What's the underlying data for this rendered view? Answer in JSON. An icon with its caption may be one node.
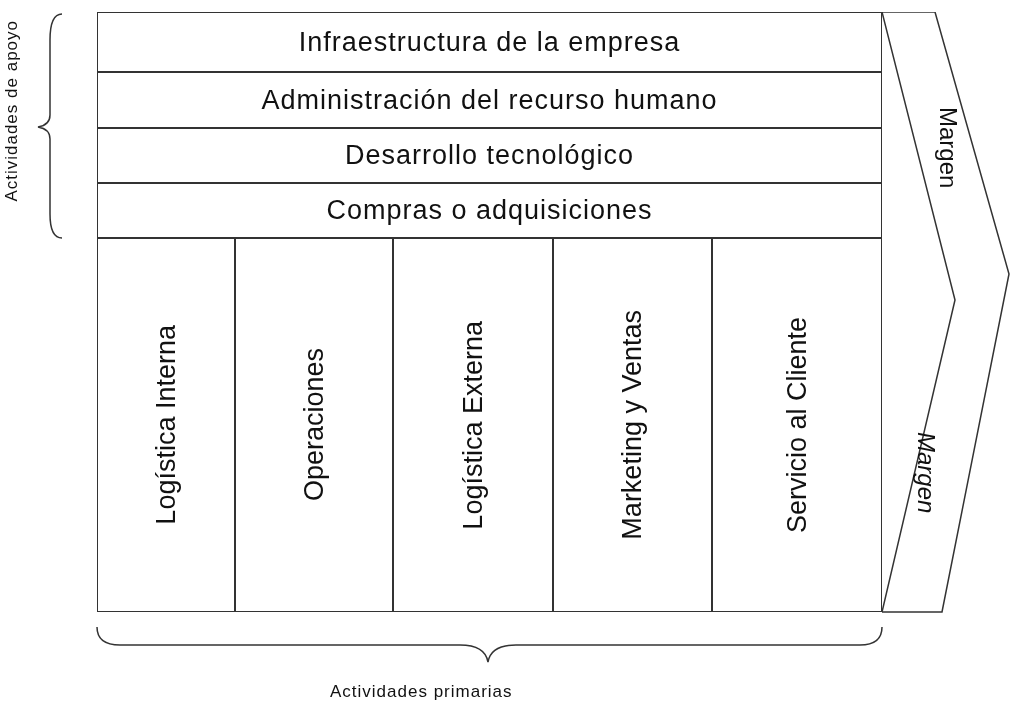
{
  "diagram": {
    "nodes": [
      {
        "text": [
          "Infraestructura de la empresa"
        ]
      },
      {
        "text": [
          "Administración del recurso humano"
        ]
      },
      {
        "text": [
          "Desarrollo tecnológico"
        ]
      },
      {
        "text": [
          "Compras o adquisiciones"
        ]
      },
      {
        "text": [
          "Logística Interna"
        ]
      },
      {
        "text": [
          "Operaciones"
        ]
      },
      {
        "text": [
          "Logística Externa"
        ]
      },
      {
        "text": [
          "Marketing y Ventas"
        ]
      },
      {
        "text": [
          "Servicio al Cliente"
        ]
      },
      {
        "text": [
          "Margen",
          "Margen"
        ]
      }
    ],
    "edges": [],
    "labels": [
      "Actividades de apoyo",
      "Actividades primarias"
    ]
  }
}
